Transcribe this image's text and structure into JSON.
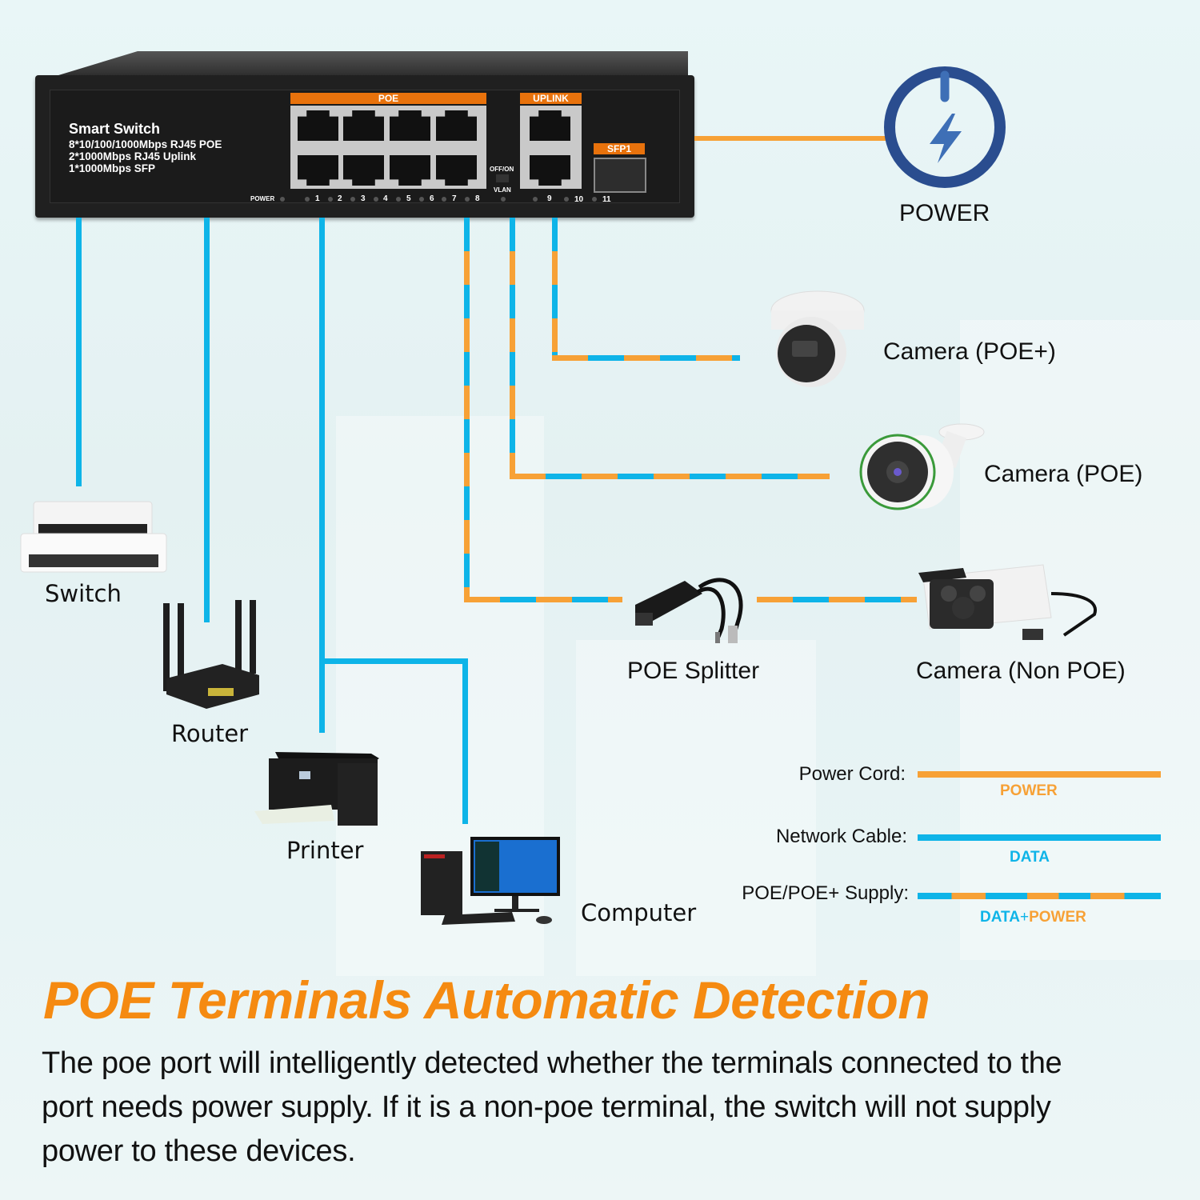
{
  "switch": {
    "title": "Smart Switch",
    "specs": [
      "8*10/100/1000Mbps RJ45 POE",
      "2*1000Mbps RJ45 Uplink",
      "1*1000Mbps SFP"
    ],
    "poe_tag": "POE",
    "uplink_tag": "UPLINK",
    "sfp_tag": "SFP1",
    "power_led_label": "POWER",
    "dip_top_label": "OFF/ON",
    "dip_bottom_label": "VLAN",
    "port_numbers": [
      "1",
      "2",
      "3",
      "4",
      "5",
      "6",
      "7",
      "8",
      "9",
      "10",
      "11"
    ]
  },
  "power": {
    "label": "POWER",
    "icon": "power-bolt-icon"
  },
  "devices": {
    "switch": "Switch",
    "router": "Router",
    "printer": "Printer",
    "computer": "Computer",
    "camera_poe_plus": "Camera (POE+)",
    "camera_poe": "Camera (POE)",
    "poe_splitter": "POE Splitter",
    "camera_non_poe": "Camera (Non POE)"
  },
  "legend": {
    "power_cord": {
      "label": "Power Cord:",
      "sub": "POWER"
    },
    "network_cable": {
      "label": "Network Cable:",
      "sub": "DATA"
    },
    "poe_supply": {
      "label": "POE/POE+ Supply:",
      "sub_data": "DATA",
      "sub_plus": "+",
      "sub_power": "POWER"
    }
  },
  "colors": {
    "data": "#0eb4e8",
    "power": "#f7a136",
    "accent": "#f58a11",
    "icon_ring": "#2a4d8f"
  },
  "headline": "POE Terminals Automatic Detection",
  "body": "The poe port will intelligently detected whether the terminals connected to the port needs power supply. If it is a non-poe terminal, the switch will not supply power to these devices."
}
